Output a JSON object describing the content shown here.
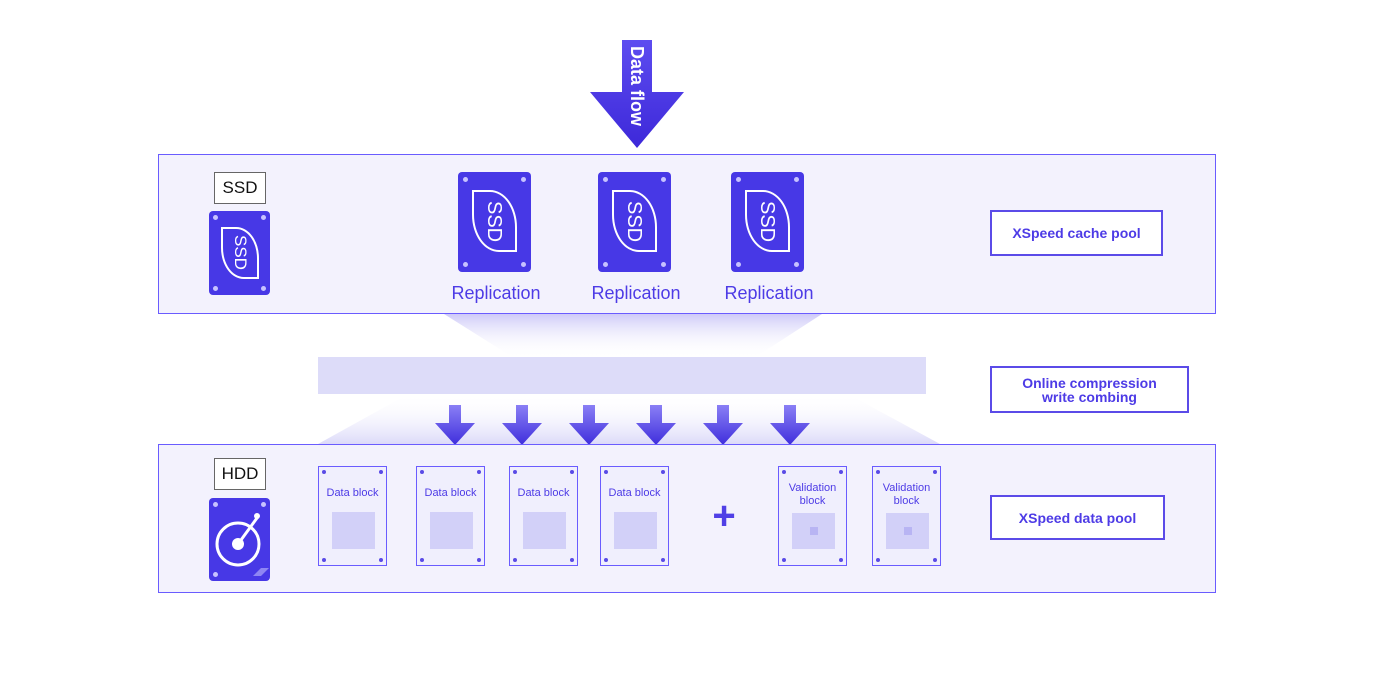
{
  "flow": {
    "label": "Data flow"
  },
  "cache_pool": {
    "tag": "SSD",
    "drive_label": "SSD",
    "replicas": [
      {
        "drive_label": "SSD",
        "label": "Replication"
      },
      {
        "drive_label": "SSD",
        "label": "Replication"
      },
      {
        "drive_label": "SSD",
        "label": "Replication"
      }
    ],
    "name": "XSpeed cache pool"
  },
  "compression": {
    "line1": "Online compression",
    "line2": "write combing"
  },
  "data_pool": {
    "tag": "HDD",
    "data_blocks": [
      "Data block",
      "Data block",
      "Data block",
      "Data block"
    ],
    "plus": "+",
    "validation_blocks": [
      {
        "line1": "Validation",
        "line2": "block"
      },
      {
        "line1": "Validation",
        "line2": "block"
      }
    ],
    "name": "XSpeed data pool"
  },
  "colors": {
    "accent": "#4738e6",
    "border": "#6a5cff",
    "panel": "#f3f2fd",
    "text": "#4d3be6"
  }
}
